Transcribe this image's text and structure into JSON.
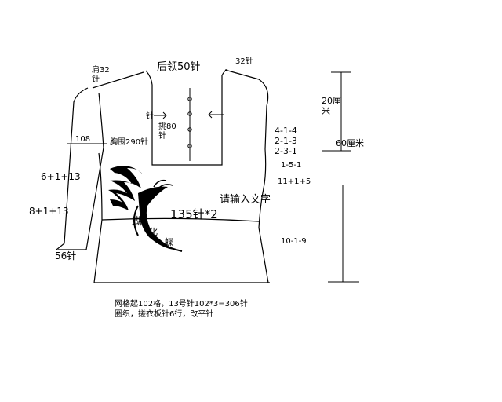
{
  "labels": {
    "back_neck": "后领50针",
    "shoulder_left_1": "肩32",
    "shoulder_left_2": "针",
    "shoulder_right": "32针",
    "pick_up_1": "挑80",
    "pick_up_2": "针",
    "pick_up_arrow_label": "针",
    "sleeve_width": "108",
    "chest": "胸围290针",
    "sleeve_dec_1": "6+1+13",
    "sleeve_dec_2": "8+1+13",
    "cuff": "56针",
    "armhole_1": "4-1-4",
    "armhole_2": "2-1-3",
    "armhole_3": "2-3-1",
    "armhole_4": "1-5-1",
    "side_inc_1": "11+1+5",
    "side_inc_2": "10-1-9",
    "dim_20_1": "20厘",
    "dim_20_2": "米",
    "dim_60": "60厘米",
    "placeholder_text": "请输入文字",
    "waist": "135针*2",
    "note_1": "网格起102格，13号针102*3=306针",
    "note_2": "圈织，搓衣板针6行，改平针"
  },
  "watermark": {
    "text_1": "蝴",
    "text_2": "化",
    "text_3": "蝶"
  }
}
